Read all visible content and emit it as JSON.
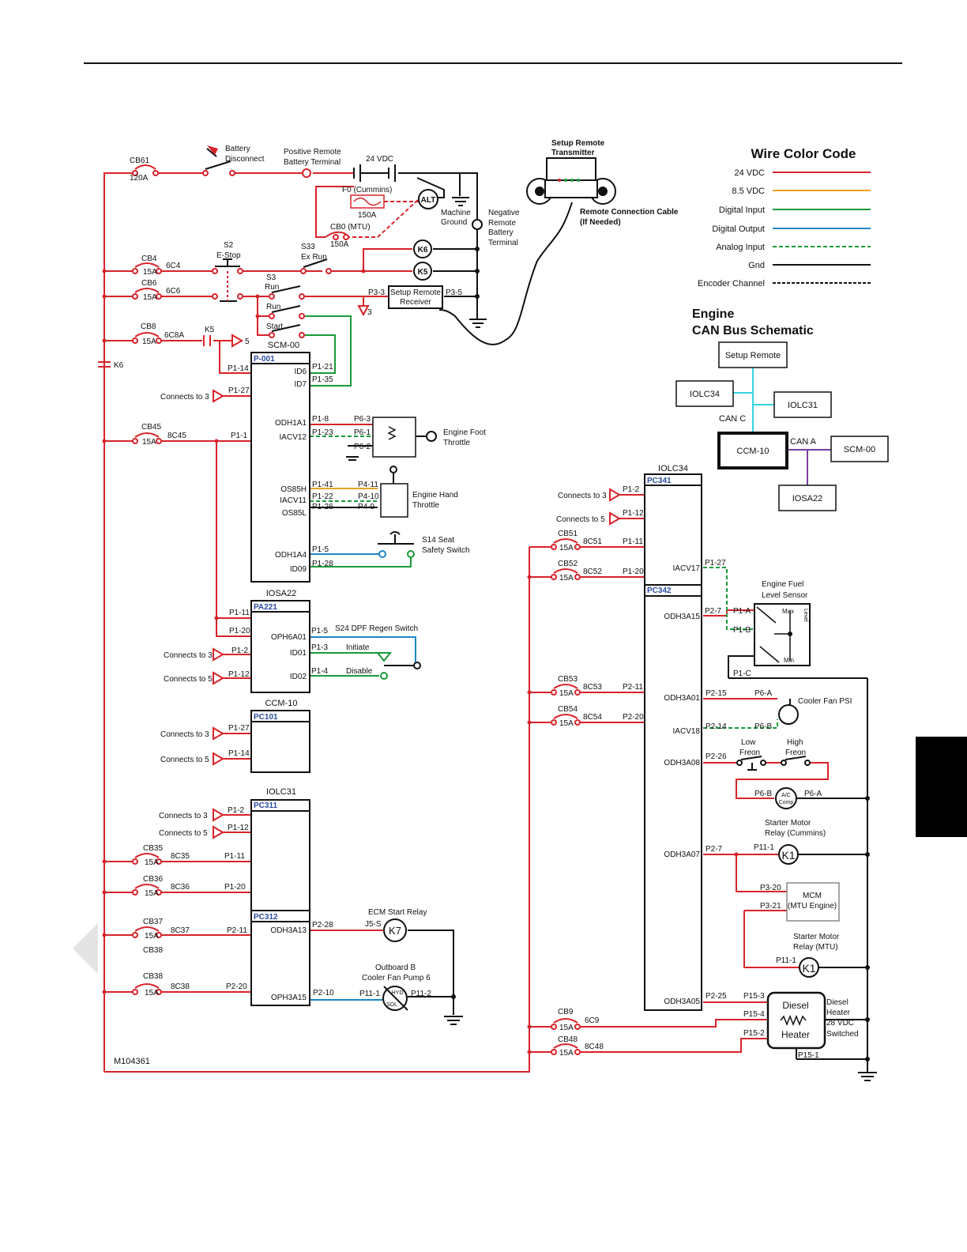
{
  "colors": {
    "v24": "#d9232a",
    "v85": "#f0a020",
    "digital_input": "#1a9a3a",
    "digital_output": "#1c86c8",
    "analog_input": "#1a9a3a",
    "gnd": "#111111",
    "encoder": "#111111",
    "can_c": "#34d4e0",
    "can_a": "#7b3fa0"
  },
  "legend": {
    "title": "Wire Color Code",
    "items": [
      {
        "label": "24 VDC",
        "style": "v24"
      },
      {
        "label": "8.5 VDC",
        "style": "v85"
      },
      {
        "label": "Digital Input",
        "style": "digital_input"
      },
      {
        "label": "Digital Output",
        "style": "digital_output"
      },
      {
        "label": "Analog Input",
        "style": "analog_input_dashed"
      },
      {
        "label": "Gnd",
        "style": "gnd"
      },
      {
        "label": "Encoder Channel",
        "style": "encoder_dashed"
      }
    ]
  },
  "can_schematic": {
    "title_line1": "Engine",
    "title_line2": "CAN Bus Schematic",
    "nodes": {
      "setup_remote": "Setup Remote",
      "iolc34": "IOLC34",
      "iolc31": "IOLC31",
      "ccm10": "CCM-10",
      "scm00": "SCM-00",
      "iosa22": "IOSA22"
    },
    "bus_c": "CAN C",
    "bus_a": "CAN A"
  },
  "top": {
    "cb61": "CB61",
    "cb61_amp": "120A",
    "battery_disconnect_1": "Battery",
    "battery_disconnect_2": "Disconnect",
    "pos_term_1": "Positive Remote",
    "pos_term_2": "Battery Terminal",
    "vdc": "24 VDC",
    "f0": "F0 (Cummins)",
    "f0_amp": "150A",
    "cb0": "CB0 (MTU)",
    "cb0_amp": "150A",
    "alt": "ALT",
    "machine_ground_1": "Machine",
    "machine_ground_2": "Ground",
    "neg_term": [
      "Negative",
      "Remote",
      "Battery",
      "Terminal"
    ],
    "transmitter_1": "Setup Remote",
    "transmitter_2": "Transmitter",
    "cable_1": "Remote Connection Cable",
    "cable_2": "(If Needed)",
    "s33_1": "S33",
    "s33_2": "Ex Run",
    "k6": "K6",
    "k5": "K5",
    "s2_1": "S2",
    "s2_2": "E-Stop",
    "s3": "S3",
    "run1": "Run",
    "run2": "Run",
    "start": "Start",
    "receiver_1": "Setup Remote",
    "receiver_2": "Receiver",
    "p3_3": "P3-3",
    "p3_5": "P3-5",
    "ref3": "3",
    "cb4": "CB4",
    "cb4_amp": "15A",
    "w6c4": "6C4",
    "cb6": "CB6",
    "cb6_amp": "15A",
    "w6c6": "6C6",
    "cb8": "CB8",
    "cb8_amp": "15A",
    "w6c8a": "6C8A",
    "k5relay": "K5",
    "ref5": "5",
    "k6side": "K6"
  },
  "scm": {
    "name": "SCM-00",
    "port": "P-001",
    "p1_14": "P1-14",
    "id6": "ID6",
    "id7": "ID7",
    "p1_21": "P1-21",
    "p1_35": "P1-35",
    "conn3": "Connects to 3",
    "p1_27": "P1-27",
    "odh1a1": "ODH1A1",
    "iacv12": "IACV12",
    "p1_8": "P1-8",
    "p1_23": "P1-23",
    "p6_3": "P6-3",
    "p6_1": "P6-1",
    "p6_2": "P6-2",
    "foot_1": "Engine Foot",
    "foot_2": "Throttle",
    "cb45": "CB45",
    "cb45_amp": "15A",
    "w8c45": "8C45",
    "p1_1": "P1-1",
    "os85h": "OS85H",
    "iacv11": "IACV11",
    "os85l": "OS85L",
    "p1_41": "P1-41",
    "p1_22": "P1-22",
    "p1_26": "P1-26",
    "p4_11": "P4-11",
    "p4_10": "P4-10",
    "p4_9": "P4-9",
    "hand_1": "Engine Hand",
    "hand_2": "Throttle",
    "odh1a4": "ODH1A4",
    "id09": "ID09",
    "p1_5": "P1-5",
    "p1_28": "P1-28",
    "s14_1": "S14 Seat",
    "s14_2": "Safety Switch"
  },
  "iosa": {
    "name": "IOSA22",
    "port": "PA221",
    "p1_11": "P1-11",
    "p1_20": "P1-20",
    "oph6a01": "OPH6A01",
    "id01": "ID01",
    "id02": "ID02",
    "conn3": "Connects to 3",
    "conn5": "Connects to 5",
    "p1_2": "P1-2",
    "p1_12": "P1-12",
    "p1_5": "P1-5",
    "p1_3": "P1-3",
    "p1_4": "P1-4",
    "s24": "S24 DPF Regen Switch",
    "initiate": "Initiate",
    "disable": "Disable"
  },
  "ccm": {
    "name": "CCM-10",
    "port": "PC101",
    "conn3": "Connects to 3",
    "conn5": "Connects to 5",
    "p1_27": "P1-27",
    "p1_14": "P1-14"
  },
  "iolc31": {
    "name": "IOLC31",
    "port1": "PC311",
    "port2": "PC312",
    "conn3": "Connects to 3",
    "conn5": "Connects to 5",
    "p1_2": "P1-2",
    "p1_12": "P1-12",
    "cb35": "CB35",
    "cb35_amp": "15A",
    "w8c35": "8C35",
    "p1_11": "P1-11",
    "cb36": "CB36",
    "cb36_amp": "15A",
    "w8c36": "8C36",
    "p1_20": "P1-20",
    "cb37": "CB37",
    "cb37_amp": "15A",
    "w8c37": "8C37",
    "p2_11": "P2-11",
    "cb38a": "CB38",
    "cb38": "CB38",
    "cb38_amp": "15A",
    "w8c38": "8C38",
    "p2_20": "P2-20",
    "odh3a13": "ODH3A13",
    "p2_28": "P2-28",
    "ecm_relay": "ECM Start Relay",
    "j5_s": "J5-S",
    "k7": "K7",
    "oph3a15": "OPH3A15",
    "p2_10": "P2-10",
    "fan_pump_1": "Outboard B",
    "fan_pump_2": "Cooler Fan Pump 6",
    "p11_1": "P11-1",
    "p11_2": "P11-2",
    "hyd": "HYD",
    "sol": "SOL"
  },
  "iolc34": {
    "name": "IOLC34",
    "port1": "PC341",
    "port2": "PC342",
    "conn3": "Connects to 3",
    "conn5": "Connects to 5",
    "p1_2": "P1-2",
    "p1_12": "P1-12",
    "cb51": "CB51",
    "cb51_amp": "15A",
    "w8c51": "8C51",
    "p1_11": "P1-11",
    "cb52": "CB52",
    "cb52_amp": "15A",
    "w8c52": "8C52",
    "p1_20": "P1-20",
    "iacv17": "IACV17",
    "p1_27": "P1-27",
    "fuel_1": "Engine Fuel",
    "fuel_2": "Level Sensor",
    "odh3a15": "ODH3A15",
    "p2_7a": "P2-7",
    "p1_a": "P1-A",
    "p1_b": "P1-B",
    "p1_c": "P1-C",
    "max": "Max",
    "min": "Min",
    "fuel_level": "Level",
    "cb53": "CB53",
    "cb53_amp": "15A",
    "w8c53": "8C53",
    "p2_11": "P2-11",
    "cb54": "CB54",
    "cb54_amp": "15A",
    "w8c54": "8C54",
    "p2_20": "P2-20",
    "odh3a01": "ODH3A01",
    "p2_15": "P2-15",
    "p6_a": "P6-A",
    "cooler_psi": "Cooler Fan PSI",
    "iacv18": "IACV18",
    "p2_14": "P2-14",
    "p6_b": "P6-B",
    "low_freon_1": "Low",
    "low_freon_2": "Freon",
    "high_freon_1": "High",
    "high_freon_2": "Freon",
    "odh3a08": "ODH3A08",
    "p2_26": "P2-26",
    "p6_b2": "P6-B",
    "p6_a2": "P6-A",
    "ac_1": "A/C",
    "ac_2": "Comp",
    "starter_c_1": "Starter Motor",
    "starter_c_2": "Relay (Cummins)",
    "odh3a07": "ODH3A07",
    "p2_7": "P2-7",
    "p11_1": "P11-1",
    "k1": "K1",
    "p3_20": "P3-20",
    "p3_21": "P3-21",
    "mcm_1": "MCM",
    "mcm_2": "(MTU Engine)",
    "starter_m_1": "Starter Motor",
    "starter_m_2": "Relay (MTU)",
    "p11_1b": "P11-1",
    "k1b": "K1",
    "odh3a05": "ODH3A05",
    "p2_25": "P2-25",
    "p15_3": "P15-3",
    "p15_4": "P15-4",
    "p15_2": "P15-2",
    "p15_1": "P15-1",
    "diesel_1": "Diesel",
    "diesel_2": "Heater",
    "heater_1": "Diesel",
    "heater_2": "Heater",
    "heater_3": "28 VDC",
    "heater_4": "Switched",
    "cb9": "CB9",
    "cb9_amp": "15A",
    "w6c9": "6C9",
    "cb48": "CB48",
    "cb48_amp": "15A",
    "w8c48": "8C48"
  },
  "figure_id": "M104361"
}
